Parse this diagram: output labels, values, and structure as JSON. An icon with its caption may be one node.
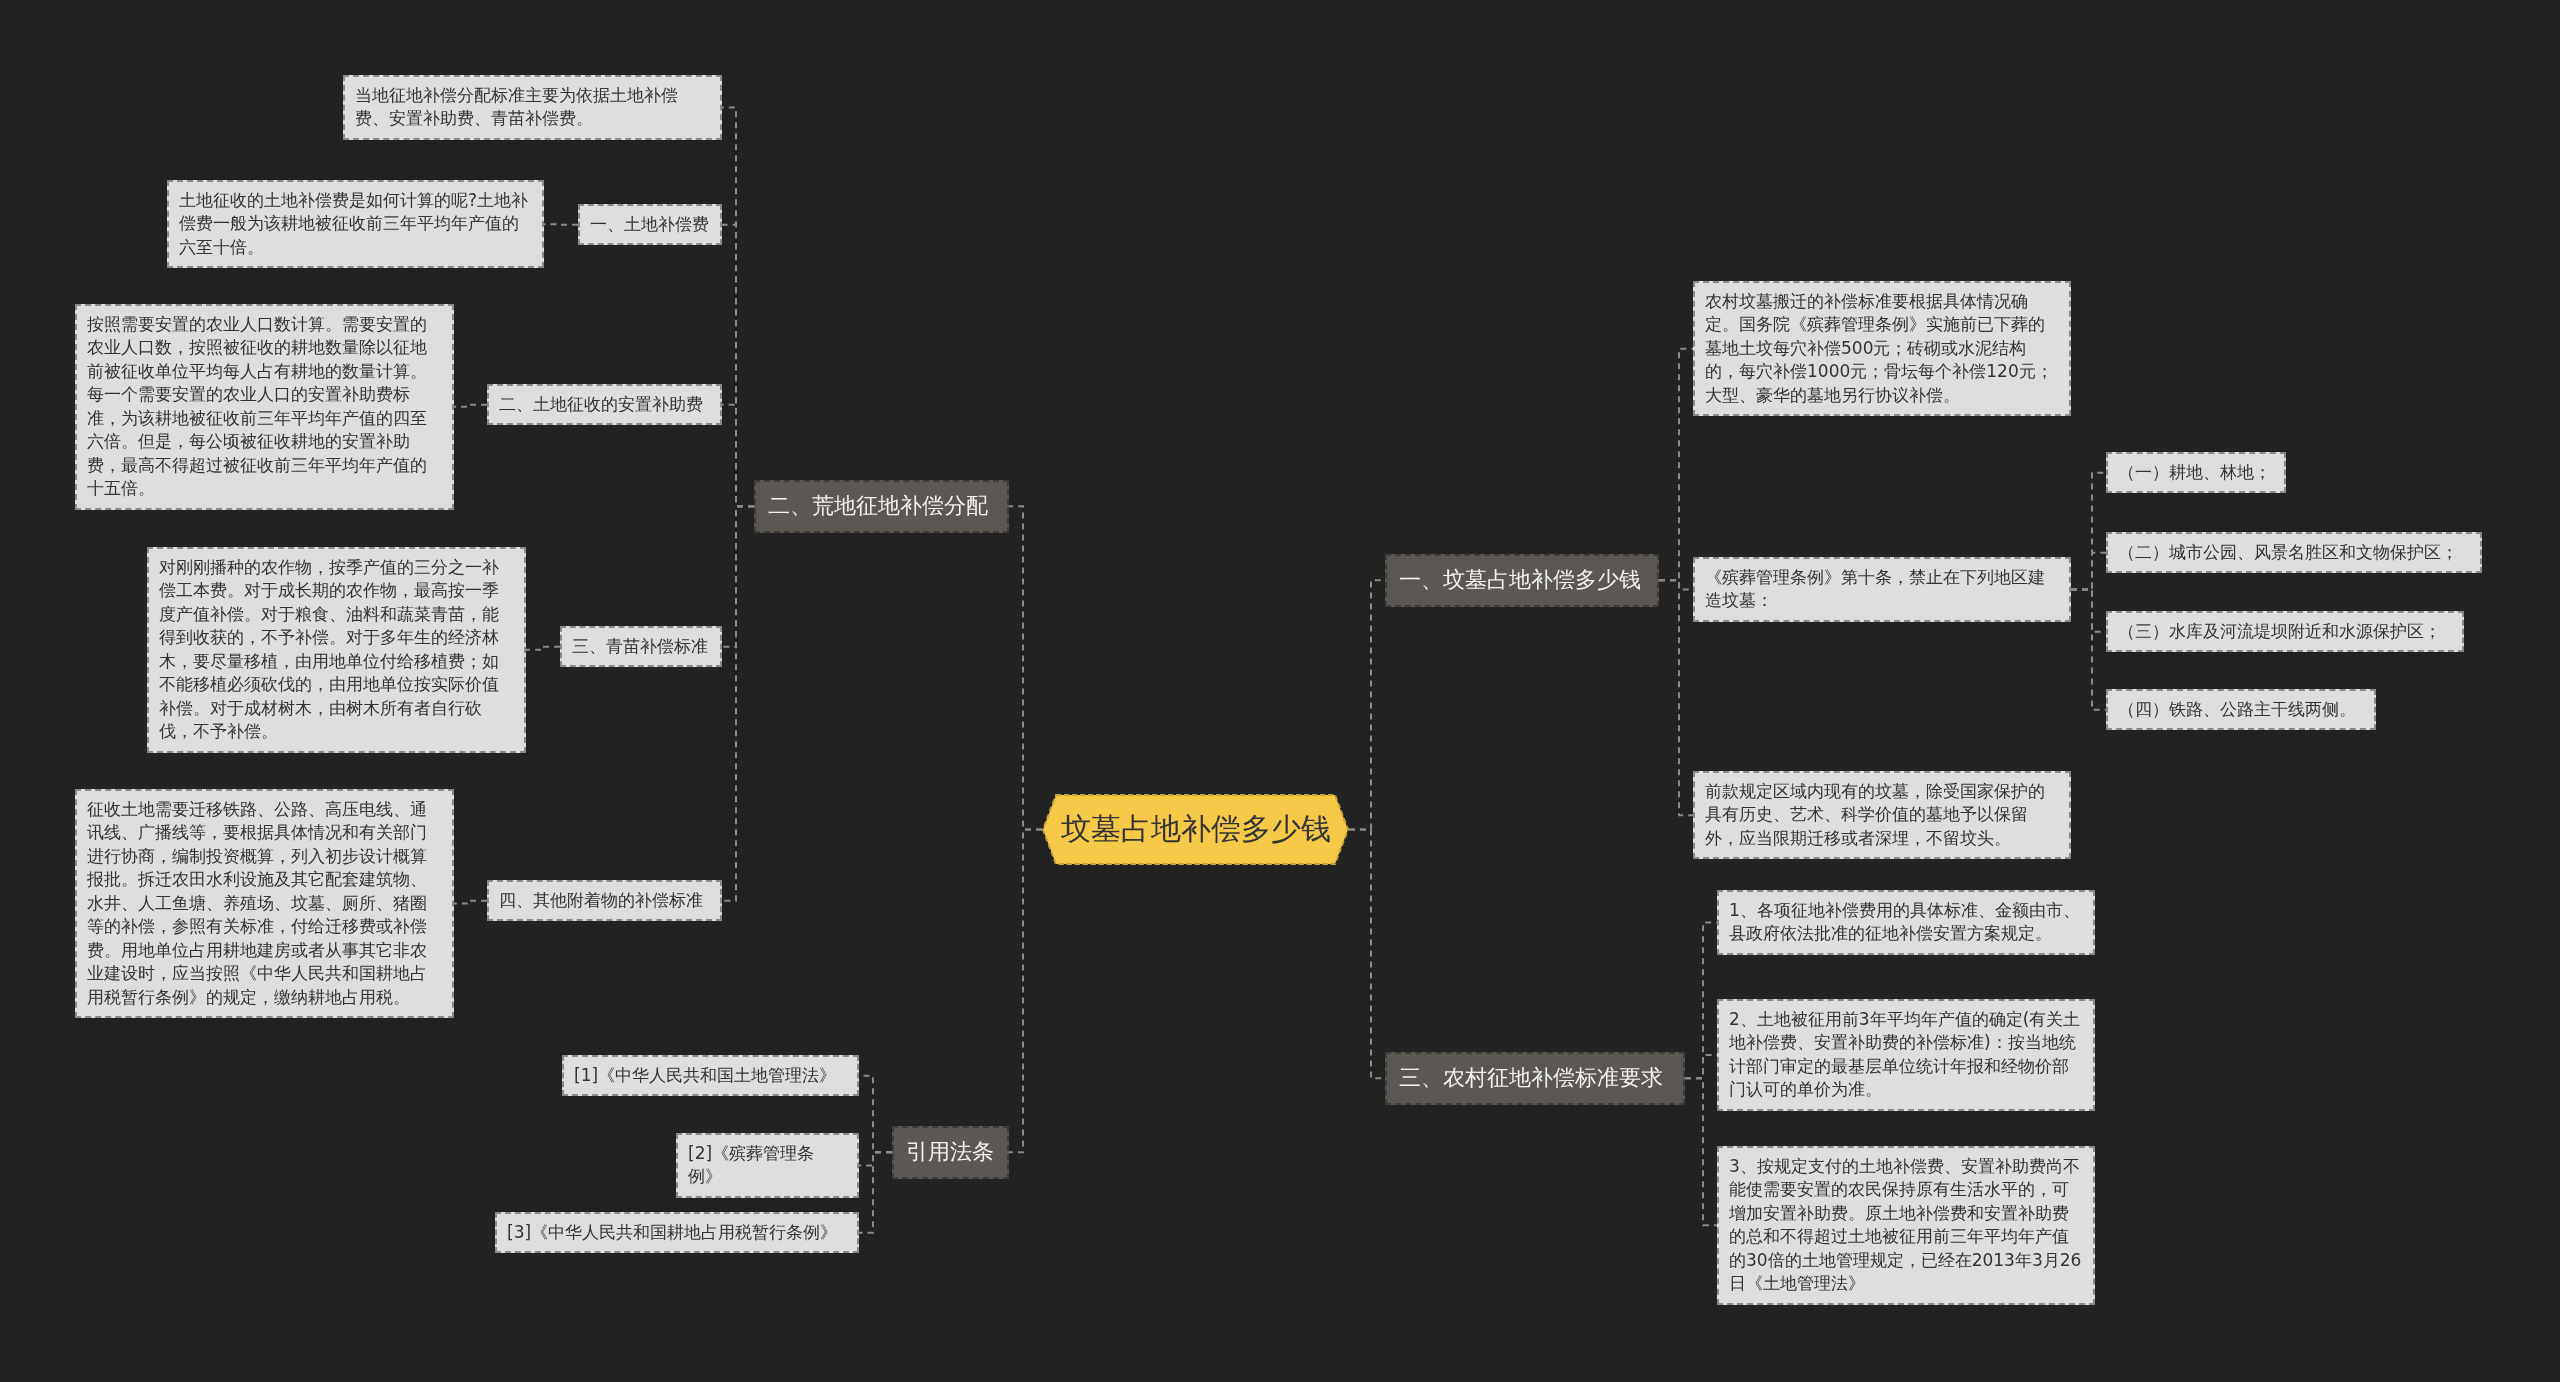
{
  "diagram": {
    "nodes": [
      {
        "text": [
          "坟墓占地补偿多少钱"
        ]
      },
      {
        "text": [
          "二、荒地征地补偿分配"
        ]
      },
      {
        "text": [
          "当地征地补偿分配标准主要为依据土地补偿费、安置补助费、青苗补偿费。"
        ]
      },
      {
        "text": [
          "一、土地补偿费"
        ]
      },
      {
        "text": [
          "土地征收的土地补偿费是如何计算的呢?土地补偿费一般为该耕地被征收前三年平均年产值的六至十倍。"
        ]
      },
      {
        "text": [
          "二、土地征收的安置补助费"
        ]
      },
      {
        "text": [
          "按照需要安置的农业人口数计算。需要安置的农业人口数，按照被征收的耕地数量除以征地前被征收单位平均每人占有耕地的数量计算。每一个需要安置的农业人口的安置补助费标准，为该耕地被征收前三年平均年产值的四至六倍。但是，每公顷被征收耕地的安置补助费，最高不得超过被征收前三年平均年产值的十五倍。"
        ]
      },
      {
        "text": [
          "三、青苗补偿标准"
        ]
      },
      {
        "text": [
          "对刚刚播种的农作物，按季产值的三分之一补偿工本费。对于成长期的农作物，最高按一季度产值补偿。对于粮食、油料和蔬菜青苗，能得到收获的，不予补偿。对于多年生的经济林木，要尽量移植，由用地单位付给移植费；如不能移植必须砍伐的，由用地单位按实际价值补偿。对于成材树木，由树木所有者自行砍伐，不予补偿。"
        ]
      },
      {
        "text": [
          "四、其他附着物的补偿标准"
        ]
      },
      {
        "text": [
          "征收土地需要迁移铁路、公路、高压电线、通讯线、广播线等，要根据具体情况和有关部门进行协商，编制投资概算，列入初步设计概算报批。拆迁农田水利设施及其它配套建筑物、水井、人工鱼塘、养殖场、坟墓、厕所、猪圈等的补偿，参照有关标准，付给迁移费或补偿费。用地单位占用耕地建房或者从事其它非农业建设时，应当按照《中华人民共和国耕地占用税暂行条例》的规定，缴纳耕地占用税。"
        ]
      },
      {
        "text": [
          "引用法条"
        ]
      },
      {
        "text": [
          "[1]《中华人民共和国土地管理法》"
        ]
      },
      {
        "text": [
          "[2]《殡葬管理条例》"
        ]
      },
      {
        "text": [
          "[3]《中华人民共和国耕地占用税暂行条例》"
        ]
      },
      {
        "text": [
          "一、坟墓占地补偿多少钱"
        ]
      },
      {
        "text": [
          "农村坟墓搬迁的补偿标准要根据具体情况确定。国务院《殡葬管理条例》实施前已下葬的墓地土坟每穴补偿500元；砖砌或水泥结构的，每穴补偿1000元；骨坛每个补偿120元；大型、豪华的墓地另行协议补偿。"
        ]
      },
      {
        "text": [
          "《殡葬管理条例》第十条，禁止在下列地区建造坟墓："
        ]
      },
      {
        "text": [
          "（一）耕地、林地；"
        ]
      },
      {
        "text": [
          "（二）城市公园、风景名胜区和文物保护区；"
        ]
      },
      {
        "text": [
          "（三）水库及河流堤坝附近和水源保护区；"
        ]
      },
      {
        "text": [
          "（四）铁路、公路主干线两侧。"
        ]
      },
      {
        "text": [
          "前款规定区域内现有的坟墓，除受国家保护的具有历史、艺术、科学价值的墓地予以保留外，应当限期迁移或者深埋，不留坟头。"
        ]
      },
      {
        "text": [
          "三、农村征地补偿标准要求"
        ]
      },
      {
        "text": [
          "1、各项征地补偿费用的具体标准、金额由市、县政府依法批准的征地补偿安置方案规定。"
        ]
      },
      {
        "text": [
          "2、土地被征用前3年平均年产值的确定(有关土地补偿费、安置补助费的补偿标准)：按当地统计部门审定的最基层单位统计年报和经物价部门认可的单价为准。"
        ]
      },
      {
        "text": [
          "3、按规定支付的土地补偿费、安置补助费尚不能使需要安置的农民保持原有生活水平的，可增加安置补助费。原土地补偿费和安置补助费的总和不得超过土地被征用前三年平均年产值的30倍的土地管理规定，已经在2013年3月26日《土地管理法》"
        ]
      }
    ],
    "edges": [
      {
        "from": 0,
        "to": 1,
        "arrow": "none",
        "style": "dashed"
      },
      {
        "from": 1,
        "to": 2,
        "arrow": "none",
        "style": "dashed"
      },
      {
        "from": 1,
        "to": 3,
        "arrow": "none",
        "style": "dashed"
      },
      {
        "from": 3,
        "to": 4,
        "arrow": "none",
        "style": "dashed"
      },
      {
        "from": 1,
        "to": 5,
        "arrow": "none",
        "style": "dashed"
      },
      {
        "from": 5,
        "to": 6,
        "arrow": "none",
        "style": "dashed"
      },
      {
        "from": 1,
        "to": 7,
        "arrow": "none",
        "style": "dashed"
      },
      {
        "from": 7,
        "to": 8,
        "arrow": "none",
        "style": "dashed"
      },
      {
        "from": 1,
        "to": 9,
        "arrow": "none",
        "style": "dashed"
      },
      {
        "from": 9,
        "to": 10,
        "arrow": "none",
        "style": "dashed"
      },
      {
        "from": 0,
        "to": 11,
        "arrow": "none",
        "style": "dashed"
      },
      {
        "from": 11,
        "to": 12,
        "arrow": "none",
        "style": "dashed"
      },
      {
        "from": 11,
        "to": 13,
        "arrow": "none",
        "style": "dashed"
      },
      {
        "from": 11,
        "to": 14,
        "arrow": "none",
        "style": "dashed"
      },
      {
        "from": 0,
        "to": 15,
        "arrow": "none",
        "style": "dashed"
      },
      {
        "from": 15,
        "to": 16,
        "arrow": "none",
        "style": "dashed"
      },
      {
        "from": 15,
        "to": 17,
        "arrow": "none",
        "style": "dashed"
      },
      {
        "from": 17,
        "to": 18,
        "arrow": "none",
        "style": "dashed"
      },
      {
        "from": 17,
        "to": 19,
        "arrow": "none",
        "style": "dashed"
      },
      {
        "from": 17,
        "to": 20,
        "arrow": "none",
        "style": "dashed"
      },
      {
        "from": 17,
        "to": 21,
        "arrow": "none",
        "style": "dashed"
      },
      {
        "from": 15,
        "to": 22,
        "arrow": "none",
        "style": "dashed"
      },
      {
        "from": 0,
        "to": 23,
        "arrow": "none",
        "style": "dashed"
      },
      {
        "from": 23,
        "to": 24,
        "arrow": "none",
        "style": "dashed"
      },
      {
        "from": 23,
        "to": 25,
        "arrow": "none",
        "style": "dashed"
      },
      {
        "from": 23,
        "to": 26,
        "arrow": "none",
        "style": "dashed"
      }
    ]
  }
}
